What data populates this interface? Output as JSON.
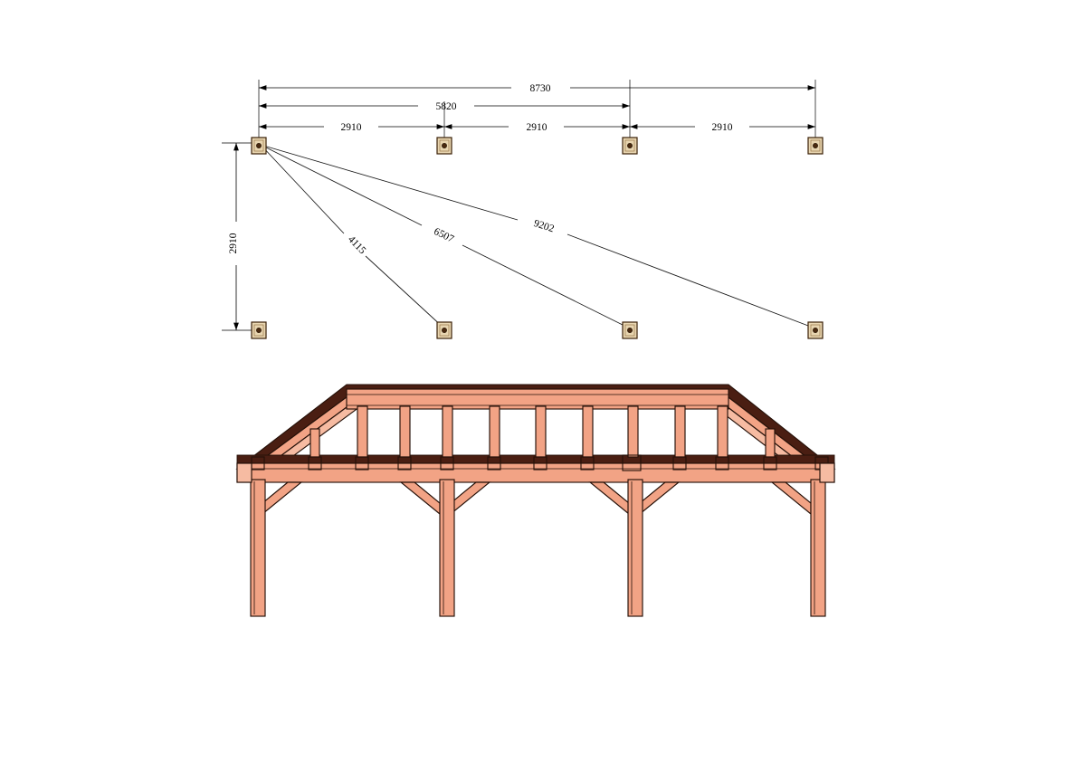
{
  "document": {
    "type": "technical-drawing",
    "title": "Carport timber frame drawing",
    "units": "mm",
    "background_color": "#ffffff"
  },
  "colors": {
    "timber_face": "#F2A385",
    "timber_face_light": "#F6BBA2",
    "timber_dark": "#5A2418",
    "timber_roof_edge": "#4A1E12",
    "outline": "#241008",
    "dimension": "#000000",
    "post_marker_fill": "#E8D5B0",
    "post_marker_stroke": "#3A2008"
  },
  "plan_view": {
    "name": "plan-view",
    "overall_dimension": {
      "label": "8730",
      "value": 8730
    },
    "partial_dimension": {
      "label": "5820",
      "value": 5820
    },
    "bay_dimensions": [
      {
        "label": "2910",
        "value": 2910
      },
      {
        "label": "2910",
        "value": 2910
      },
      {
        "label": "2910",
        "value": 2910
      }
    ],
    "depth_dimension": {
      "label": "2910",
      "value": 2910
    },
    "diagonal_dimensions": [
      {
        "label": "4115",
        "value": 4115
      },
      {
        "label": "6507",
        "value": 6507
      },
      {
        "label": "9202",
        "value": 9202
      }
    ],
    "post_count_top": 4,
    "post_count_bottom": 4,
    "post_marker_name": "post-marker"
  },
  "elevation_view": {
    "name": "elevation-view",
    "post_count": 4,
    "roof_type": "hip",
    "strut_count": 9,
    "has_knee_braces": true
  }
}
